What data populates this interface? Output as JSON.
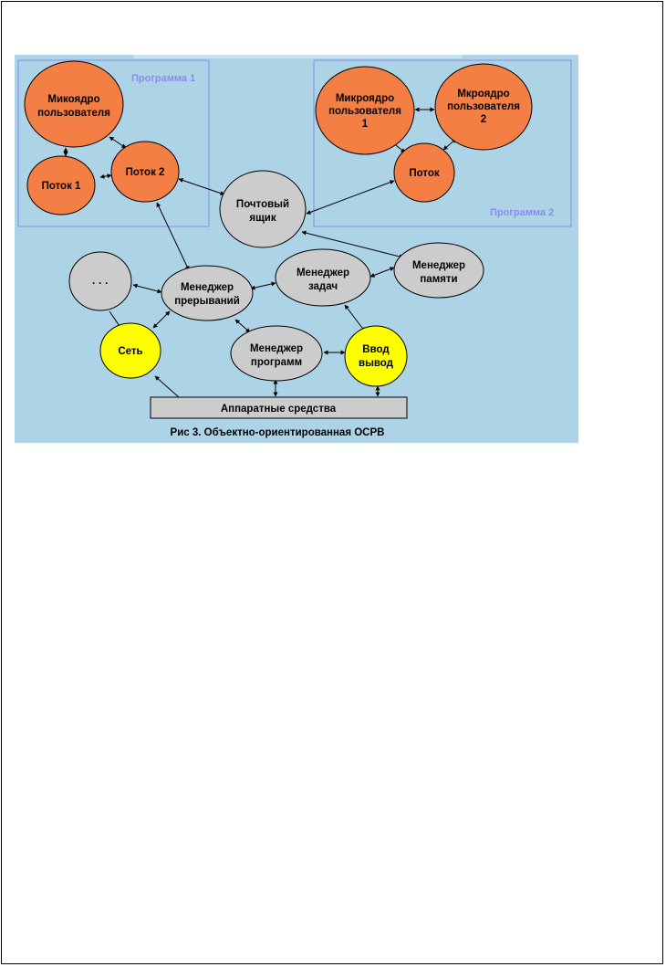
{
  "diagram": {
    "caption": "Рис 3. Объектно-ориентированная ОСРВ",
    "groups": {
      "program1": {
        "label": "Программа 1"
      },
      "program2": {
        "label": "Программа 2"
      }
    },
    "nodes": {
      "microkernel_user": {
        "lines": [
          "Микоядро",
          "пользователя"
        ]
      },
      "thread1": {
        "lines": [
          "Поток 1"
        ]
      },
      "thread2": {
        "lines": [
          "Поток 2"
        ]
      },
      "microkernel_user1": {
        "lines": [
          "Микроядро",
          "пользователя",
          "1"
        ]
      },
      "microkernel_user2": {
        "lines": [
          "Мкроядро",
          "пользователя",
          "2"
        ]
      },
      "thread": {
        "lines": [
          "Поток"
        ]
      },
      "mailbox": {
        "lines": [
          "Почтовый",
          "ящик"
        ]
      },
      "ellipsis": {
        "lines": [
          "· · ·"
        ]
      },
      "interrupt_manager": {
        "lines": [
          "Менеджер",
          "прерываний"
        ]
      },
      "task_manager": {
        "lines": [
          "Менеджер",
          "задач"
        ]
      },
      "memory_manager": {
        "lines": [
          "Менеджер",
          "памяти"
        ]
      },
      "network": {
        "lines": [
          "Сеть"
        ]
      },
      "program_manager": {
        "lines": [
          "Менеджер",
          "программ"
        ]
      },
      "io": {
        "lines": [
          "Ввод",
          "вывод"
        ]
      },
      "hardware": {
        "lines": [
          "Аппаратные средства"
        ]
      }
    },
    "colors": {
      "background": "#acd4e6",
      "orange": "#f47f45",
      "gray": "#cccccc",
      "yellow": "#ffff00",
      "group_border": "#8a8cf0"
    }
  }
}
